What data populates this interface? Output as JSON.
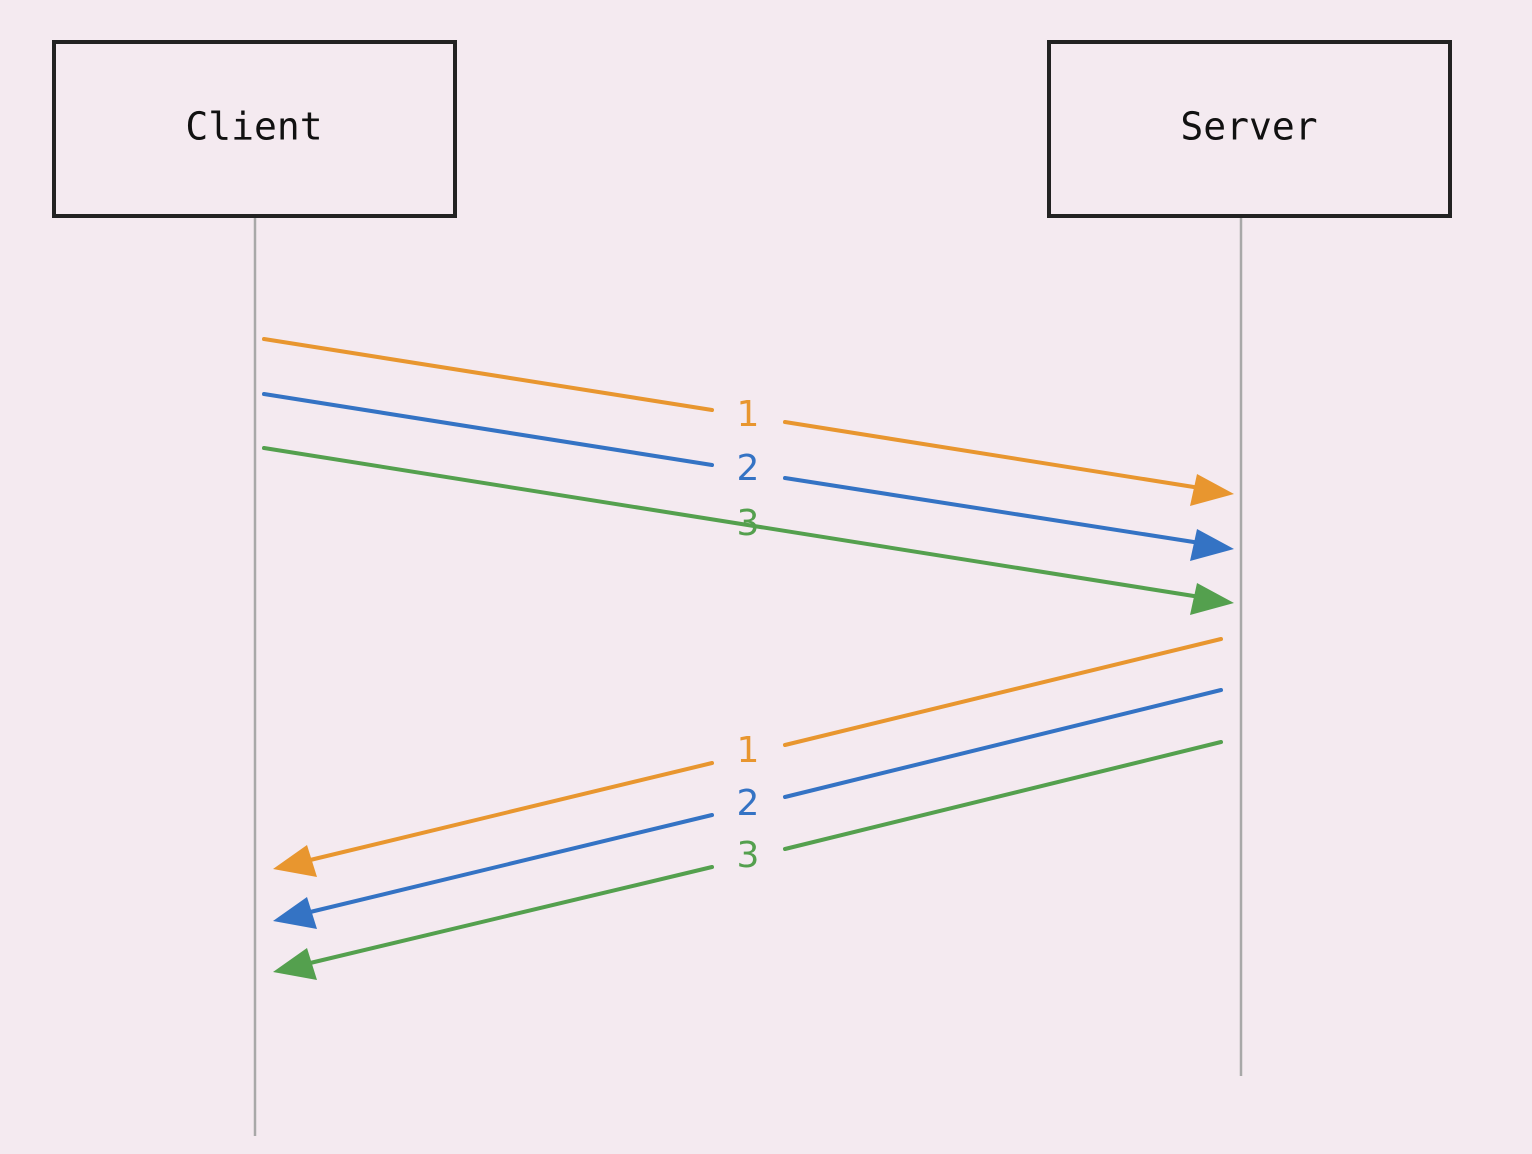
{
  "diagram": {
    "participants": [
      {
        "id": "client",
        "label": "Client"
      },
      {
        "id": "server",
        "label": "Server"
      }
    ],
    "colors": {
      "background": "#f4eaf0",
      "box_stroke": "#222222",
      "lifeline": "#a8a8a8",
      "text": "#111111"
    },
    "messages": [
      {
        "from": "client",
        "to": "server",
        "label": "1",
        "color": "#e8962f"
      },
      {
        "from": "client",
        "to": "server",
        "label": "2",
        "color": "#3473c4"
      },
      {
        "from": "client",
        "to": "server",
        "label": "3",
        "color": "#54a04e"
      },
      {
        "from": "server",
        "to": "client",
        "label": "1",
        "color": "#e8962f"
      },
      {
        "from": "server",
        "to": "client",
        "label": "2",
        "color": "#3473c4"
      },
      {
        "from": "server",
        "to": "client",
        "label": "3",
        "color": "#54a04e"
      }
    ]
  }
}
